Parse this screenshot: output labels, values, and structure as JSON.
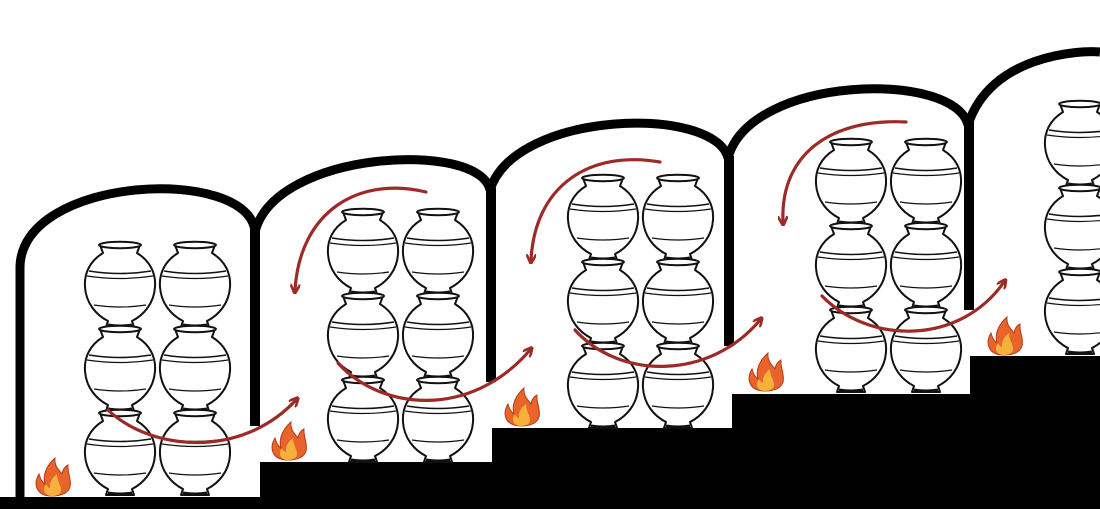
{
  "diagram": {
    "subject": "climbing-kiln-chambers",
    "chambers_visible": 5,
    "pot_columns_per_chamber": 2,
    "pots_per_column": 3,
    "icons": [
      "pot-icon",
      "fire-icon",
      "flow-arrow-icon"
    ],
    "colors": {
      "structure": "#000000",
      "background": "#ffffff",
      "arrow": "#9c2b27",
      "flame_outer": "#e8642a",
      "flame_inner": "#f6b13d",
      "pot_stroke": "#111111",
      "pot_fill": "#ffffff"
    }
  }
}
